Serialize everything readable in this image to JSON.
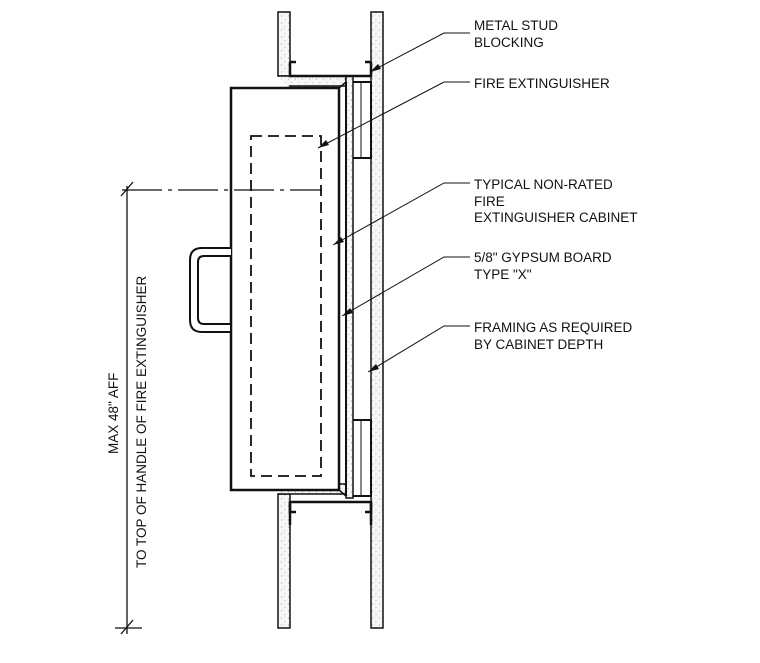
{
  "title": "",
  "labels": {
    "metal_stud_blocking": [
      "METAL STUD",
      "BLOCKING"
    ],
    "fire_extinguisher": [
      "FIRE EXTINGUISHER"
    ],
    "cabinet": [
      "TYPICAL NON-RATED",
      "FIRE",
      "EXTINGUISHER CABINET"
    ],
    "gypsum_board": [
      "5/8\" GYPSUM BOARD",
      "TYPE \"X\""
    ],
    "framing": [
      "FRAMING AS REQUIRED",
      "BY CABINET DEPTH"
    ]
  },
  "dimension": {
    "line1": "MAX 48\" AFF",
    "line2": "TO TOP OF HANDLE OF FIRE EXTINGUISHER"
  },
  "colors": {
    "line": "#111111",
    "gyp_fill": "#f4f4f4",
    "stipple": "#9a9a9a"
  }
}
